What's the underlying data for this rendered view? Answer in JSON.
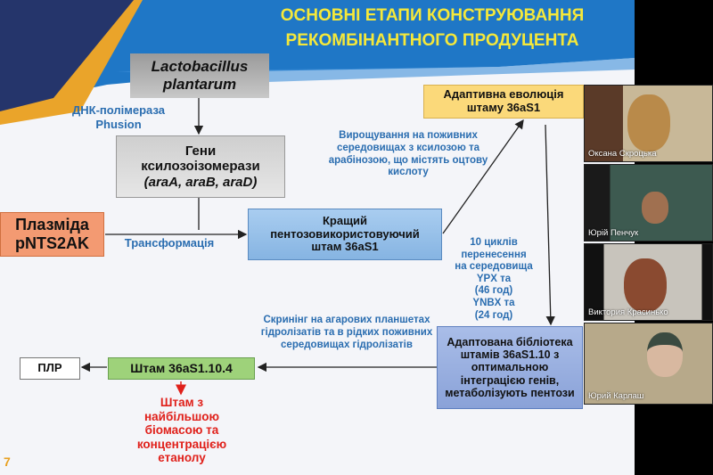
{
  "slide": {
    "title_line1": "ОСНОВНІ ЕТАПИ КОНСТРУЮВАННЯ",
    "title_line2": "РЕКОМБІНАНТНОГО ПРОДУЦЕНТА",
    "organism_line1": "Lactobacillus",
    "organism_line2": "plantarum",
    "polymerase_label_line1": "ДНК-полімераза",
    "polymerase_label_line2": "Phusion",
    "genes_line1": "Гени",
    "genes_line2": "ксилозоізомерази",
    "genes_line3": "(araA, araB, araD)",
    "plasmid_line1": "Плазміда",
    "plasmid_line2": "pNTS2AK",
    "transformation_label": "Трансформація",
    "best_strain_line1": "Кращий",
    "best_strain_line2": "пентозовикористовуючий",
    "best_strain_line3": "штам 36aS1",
    "growth_label": "Вирощування на поживних середовищах з ксилозою та арабінозою, що містять оцтову кислоту",
    "adaptive_line1": "Адаптивна еволюція",
    "adaptive_line2": "штаму 36aS1",
    "cycles_label": [
      "10 циклів",
      "перенесення",
      "на середовища",
      "YPX та",
      "(46 год)",
      "YNBX та",
      "(24 год)"
    ],
    "library_lines": [
      "Адаптована бібліотека",
      "штамів 36aS1.10 з",
      "оптимальною",
      "інтеграцією генів,",
      "метаболізують пентози"
    ],
    "screening_label": "Скринінг на агарових планшетах гідролізатів та в рідких поживних середовищах гідролізатів",
    "strain_final": "Штам 36aS1.10.4",
    "pcr": "ПЛР",
    "result_lines": [
      "Штам з",
      "найбільшою",
      "біомасою та",
      "концентрацією",
      "етанолу"
    ],
    "page_number": "7"
  },
  "participants": [
    {
      "name": "Оксана Скроцька"
    },
    {
      "name": "Юрій Пенчук"
    },
    {
      "name": "Виктория Красинько"
    },
    {
      "name": "Юрий Карлаш"
    }
  ],
  "colors": {
    "title": "#f5e83a",
    "label": "#2a6db0",
    "blue_box": "#9ec3ea",
    "orange_box": "#f39a72",
    "yellow_box": "#fbd97a",
    "green_box": "#9ed27a",
    "red": "#e0201a"
  }
}
